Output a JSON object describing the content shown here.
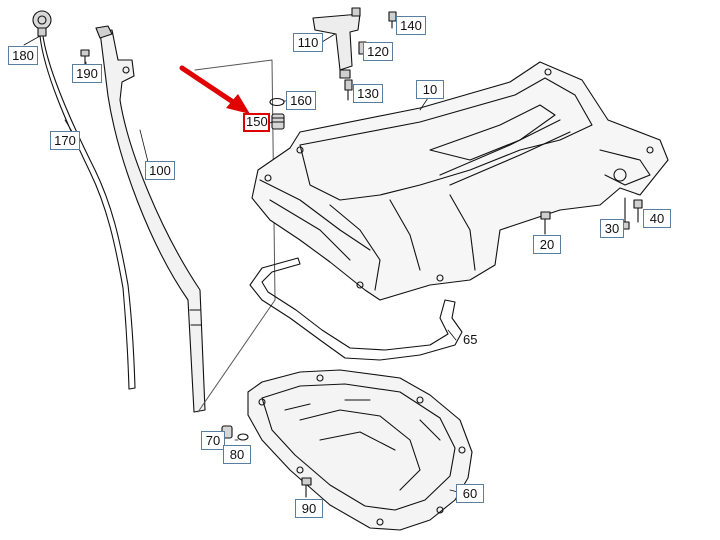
{
  "diagram": {
    "highlight_color": "#e00000",
    "highlighted_part": "150",
    "labels": {
      "p180": "180",
      "p170": "170",
      "p190": "190",
      "p100": "100",
      "p110": "110",
      "p120": "120",
      "p130": "130",
      "p140": "140",
      "p150": "150",
      "p160": "160",
      "p10": "10",
      "p20": "20",
      "p30": "30",
      "p40": "40",
      "p65": "65",
      "p60": "60",
      "p70": "70",
      "p80": "80",
      "p90": "90"
    }
  }
}
